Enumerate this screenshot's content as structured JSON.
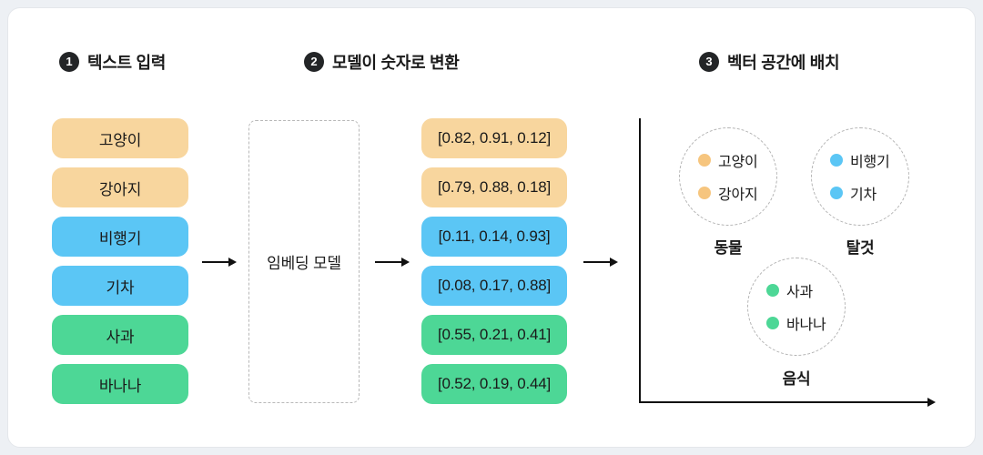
{
  "steps": [
    {
      "number": "1",
      "title": "텍스트 입력"
    },
    {
      "number": "2",
      "title": "모델이 숫자로 변환"
    },
    {
      "number": "3",
      "title": "벡터 공간에 배치"
    }
  ],
  "input_words": [
    {
      "label": "고양이",
      "color": "orange"
    },
    {
      "label": "강아지",
      "color": "orange"
    },
    {
      "label": "비행기",
      "color": "blue"
    },
    {
      "label": "기차",
      "color": "blue"
    },
    {
      "label": "사과",
      "color": "green"
    },
    {
      "label": "바나나",
      "color": "green"
    }
  ],
  "model_label": "임베딩 모델",
  "vectors": [
    {
      "value": "[0.82, 0.91, 0.12]",
      "color": "orange"
    },
    {
      "value": "[0.79, 0.88, 0.18]",
      "color": "orange"
    },
    {
      "value": "[0.11, 0.14, 0.93]",
      "color": "blue"
    },
    {
      "value": "[0.08, 0.17, 0.88]",
      "color": "blue"
    },
    {
      "value": "[0.55, 0.21, 0.41]",
      "color": "green"
    },
    {
      "value": "[0.52, 0.19, 0.44]",
      "color": "green"
    }
  ],
  "clusters": [
    {
      "name": "동물",
      "color": "orange",
      "items": [
        "고양이",
        "강아지"
      ]
    },
    {
      "name": "탈것",
      "color": "blue",
      "items": [
        "비행기",
        "기차"
      ]
    },
    {
      "name": "음식",
      "color": "green",
      "items": [
        "사과",
        "바나나"
      ]
    }
  ],
  "colors": {
    "orange": "#F8D69E",
    "blue": "#5BC6F5",
    "green": "#4DD796",
    "dot_orange": "#F6C57E",
    "dot_blue": "#5BC6F5",
    "dot_green": "#4DD796",
    "ink": "#1a1a1a",
    "badge_bg": "#232527",
    "page_bg": "#edf0f4",
    "card_bg": "#ffffff",
    "card_border": "#e4e7eb"
  }
}
